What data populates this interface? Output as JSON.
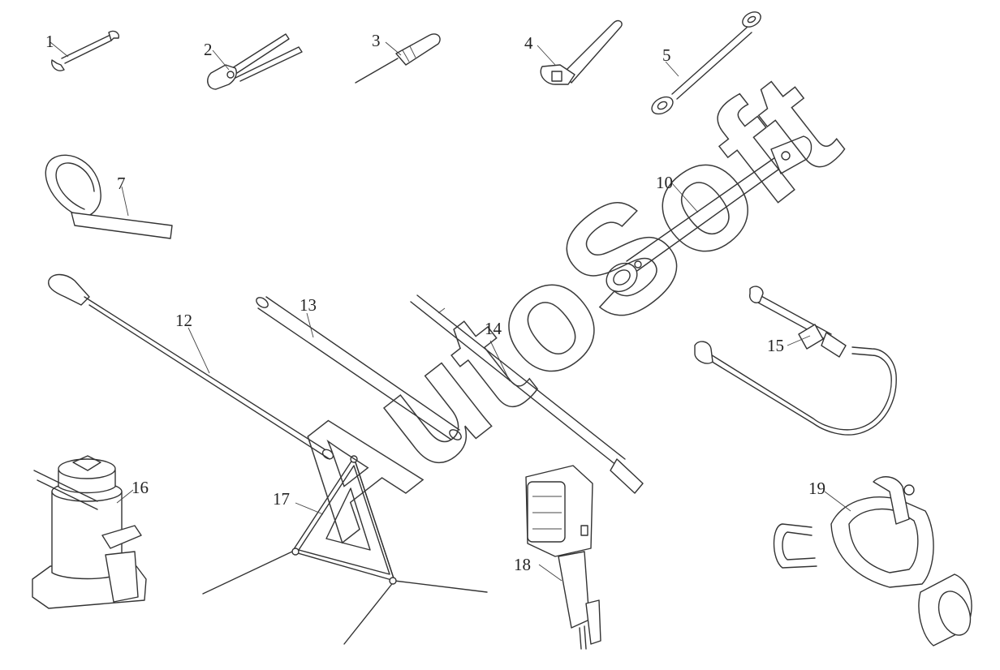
{
  "watermark": "AutoSoft",
  "labels": {
    "l1": "1",
    "l2": "2",
    "l3": "3",
    "l4": "4",
    "l5": "5",
    "l7": "7",
    "l10": "10",
    "l12": "12",
    "l13": "13",
    "l14": "14",
    "l15": "15",
    "l16": "16",
    "l17": "17",
    "l18": "18",
    "l19": "19"
  },
  "colors": {
    "line": "#333333",
    "background": "#ffffff"
  }
}
